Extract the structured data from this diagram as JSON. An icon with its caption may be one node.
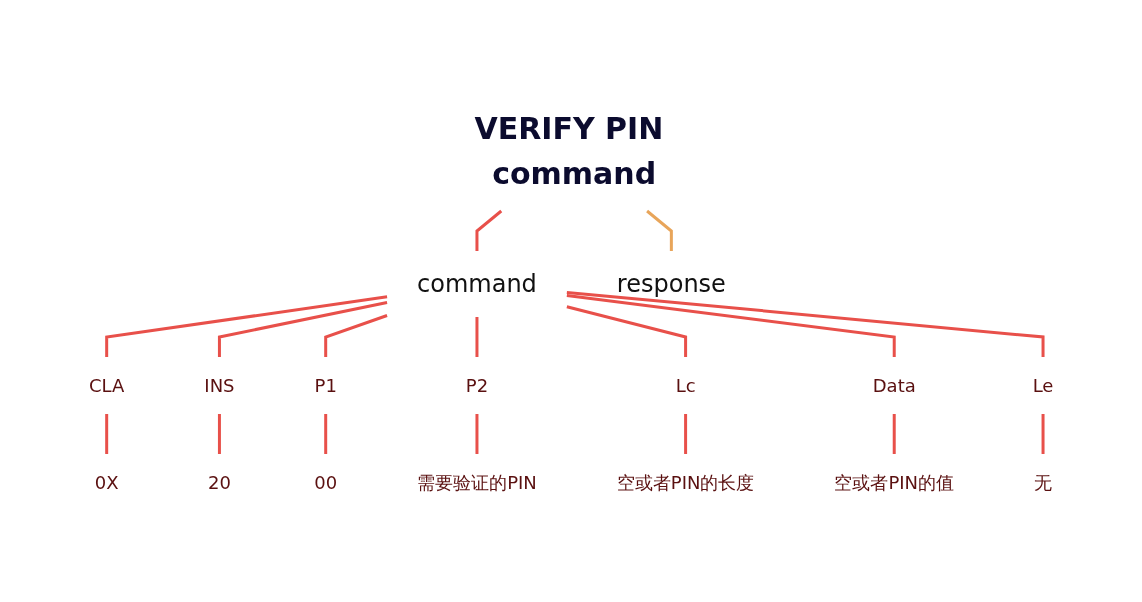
{
  "diagram": {
    "nodes": [
      {
        "text": [
          "VERIFY PIN command"
        ]
      },
      {
        "text": [
          "command"
        ]
      },
      {
        "text": [
          "response"
        ]
      },
      {
        "text": [
          "CLA"
        ]
      },
      {
        "text": [
          "INS"
        ]
      },
      {
        "text": [
          "P1"
        ]
      },
      {
        "text": [
          "P2"
        ]
      },
      {
        "text": [
          "Lc"
        ]
      },
      {
        "text": [
          "Data"
        ]
      },
      {
        "text": [
          "Le"
        ]
      },
      {
        "text": [
          "0X"
        ]
      },
      {
        "text": [
          "20"
        ]
      },
      {
        "text": [
          "00"
        ]
      },
      {
        "text": [
          "需要验证的PIN"
        ]
      },
      {
        "text": [
          "空或者PIN的长度"
        ]
      },
      {
        "text": [
          "空或者PIN的值"
        ]
      },
      {
        "text": [
          "无"
        ]
      }
    ],
    "edges": [
      {
        "from": 0,
        "to": 1,
        "arrow": "none"
      },
      {
        "from": 0,
        "to": 2,
        "arrow": "none",
        "color": "#e8a55a"
      },
      {
        "from": 1,
        "to": 3,
        "arrow": "none"
      },
      {
        "from": 1,
        "to": 4,
        "arrow": "none"
      },
      {
        "from": 1,
        "to": 5,
        "arrow": "none"
      },
      {
        "from": 1,
        "to": 6,
        "arrow": "none"
      },
      {
        "from": 1,
        "to": 7,
        "arrow": "none"
      },
      {
        "from": 1,
        "to": 8,
        "arrow": "none"
      },
      {
        "from": 1,
        "to": 9,
        "arrow": "none"
      },
      {
        "from": 3,
        "to": 10,
        "arrow": "none"
      },
      {
        "from": 4,
        "to": 11,
        "arrow": "none"
      },
      {
        "from": 5,
        "to": 12,
        "arrow": "none"
      },
      {
        "from": 6,
        "to": 13,
        "arrow": "none"
      },
      {
        "from": 7,
        "to": 14,
        "arrow": "none"
      },
      {
        "from": 8,
        "to": 15,
        "arrow": "none"
      },
      {
        "from": 9,
        "to": 16,
        "arrow": "none"
      }
    ]
  }
}
